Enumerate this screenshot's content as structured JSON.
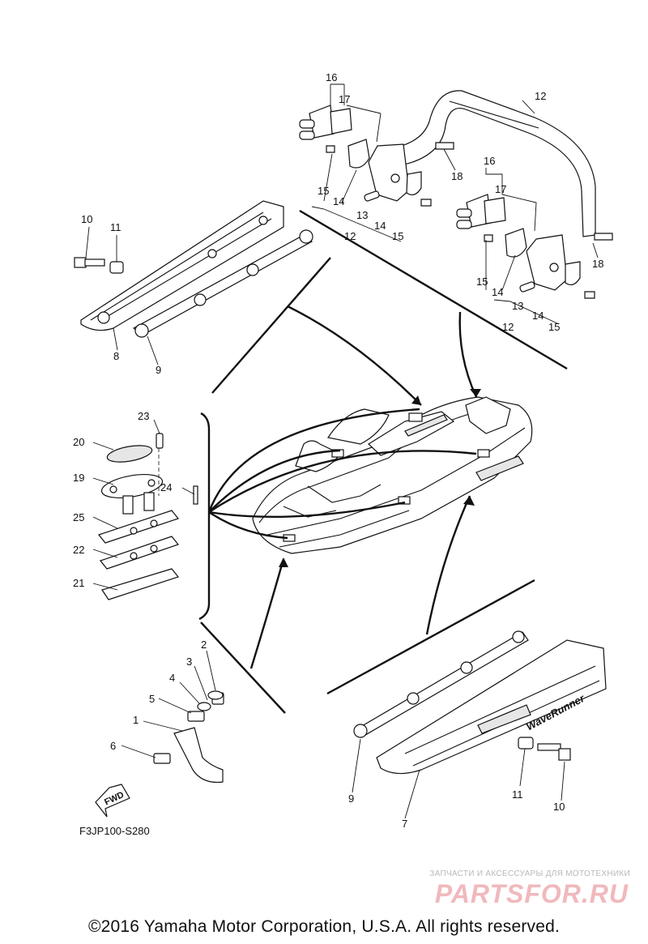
{
  "diagram_code": "F3JP100-S280",
  "copyright": "©2016 Yamaha Motor Corporation, U.S.A. All rights reserved.",
  "watermark": {
    "tagline": "ЗАПЧАСТИ И АКСЕССУАРЫ ДЛЯ МОТОТЕХНИКИ",
    "brand": "PARTSFOR.RU"
  },
  "fwd_label": "FWD",
  "hull_decal": "WaveRunner",
  "callouts": {
    "n1": "1",
    "n2": "2",
    "n3": "3",
    "n4": "4",
    "n5": "5",
    "n6": "6",
    "n7": "7",
    "n8": "8",
    "n9": "9",
    "n10": "10",
    "n11": "11",
    "n12": "12",
    "n13": "13",
    "n14": "14",
    "n15": "15",
    "n16": "16",
    "n17": "17",
    "n18": "18",
    "n19": "19",
    "n20": "20",
    "n21": "21",
    "n22": "22",
    "n23": "23",
    "n24": "24",
    "n25": "25"
  },
  "colors": {
    "ink": "#111111",
    "watermark_brand": "#f0b9bd",
    "watermark_tagline": "#b9b9b9"
  }
}
